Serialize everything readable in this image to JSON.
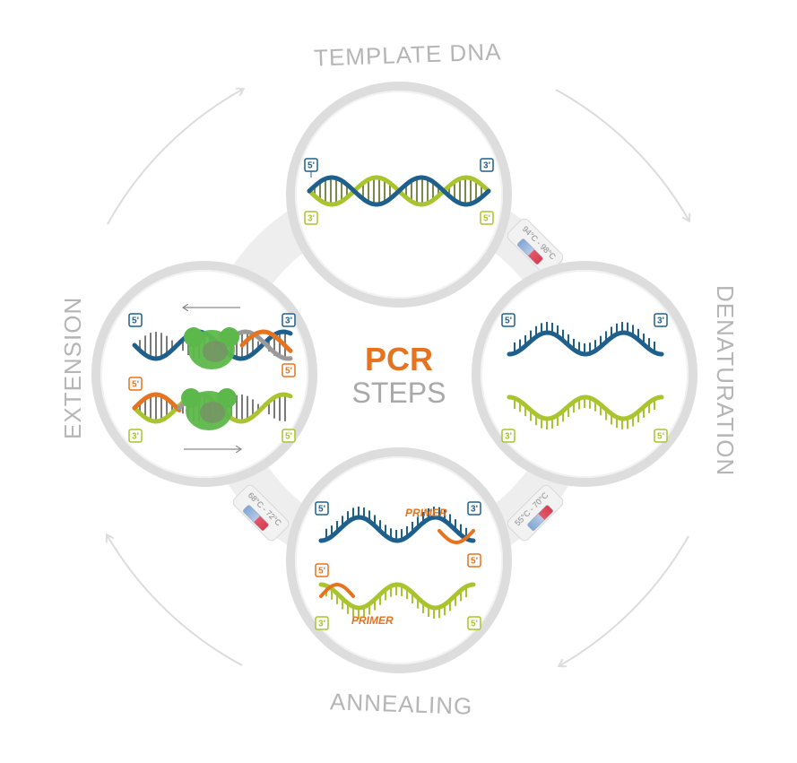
{
  "diagram": {
    "title_top": "PCR",
    "title_bottom": "STEPS",
    "steps": {
      "template": "TEMPLATE DNA",
      "denaturation": "DENATURATION",
      "annealing": "ANNEALING",
      "extension": "EXTENSION"
    },
    "end_labels": {
      "five_prime": "5'",
      "three_prime": "3'"
    },
    "primer_label": "PRIMER",
    "temperatures": {
      "denaturation": "94°C - 98°C",
      "annealing": "55°C - 70°C",
      "extension": "68°C - 72°C"
    },
    "colors": {
      "strand_blue": "#1f5f8b",
      "strand_green": "#a9c42e",
      "primer_orange": "#e5731f",
      "polymerase_green": "#5cb84a",
      "arrow_gray": "#dcdcdc"
    }
  }
}
